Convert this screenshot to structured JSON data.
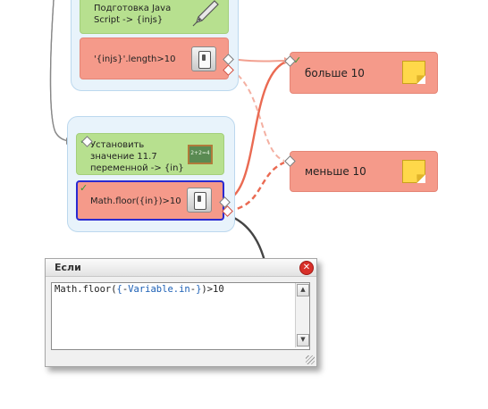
{
  "blocks": {
    "js_prep": {
      "label": "Подготовка Java Script -> {injs}"
    },
    "cond_injs": {
      "label": "'{injs}'.length>10"
    },
    "set_value": {
      "label": "Установить значение 11.7 переменной -> {in}"
    },
    "cond_floor": {
      "label": "Math.floor({in})>10"
    },
    "more10": {
      "label": "больше 10"
    },
    "less10": {
      "label": "меньше 10"
    }
  },
  "board_text": "2+2=4",
  "dialog": {
    "title": "Если",
    "code_prefix": "Math.floor(",
    "code_brace_open": "{",
    "code_dash": "-",
    "code_var": "Variable.in",
    "code_dash2": "-",
    "code_brace_close": "}",
    "code_suffix": ")>10"
  },
  "colors": {
    "green_block": "#b7e08f",
    "red_block": "#f59a8a",
    "group_bg": "#e8f3fb",
    "selection": "#2a2ad0",
    "connector_red": "#ea6a52",
    "connector_dark": "#444444"
  }
}
